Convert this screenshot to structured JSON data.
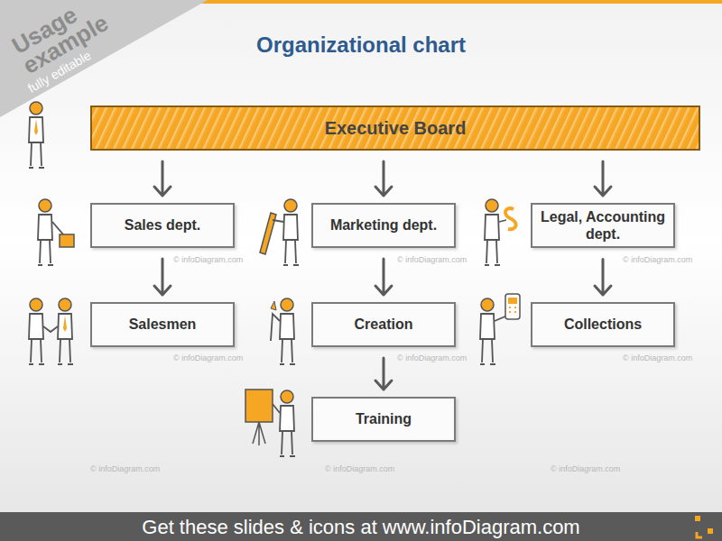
{
  "diagram": {
    "title": "Organizational chart",
    "nodes": [
      {
        "text": [
          "Executive  Board"
        ]
      },
      {
        "text": [
          "Sales dept."
        ]
      },
      {
        "text": [
          "Marketing dept."
        ]
      },
      {
        "text": [
          "Legal, Accounting dept."
        ]
      },
      {
        "text": [
          "Salesmen"
        ]
      },
      {
        "text": [
          "Creation"
        ]
      },
      {
        "text": [
          "Collections"
        ]
      },
      {
        "text": [
          "Training"
        ]
      }
    ],
    "edges": [
      {
        "from": 0,
        "to": 1,
        "arrow": "to"
      },
      {
        "from": 0,
        "to": 2,
        "arrow": "to"
      },
      {
        "from": 0,
        "to": 3,
        "arrow": "to"
      },
      {
        "from": 1,
        "to": 4,
        "arrow": "to"
      },
      {
        "from": 2,
        "to": 5,
        "arrow": "to"
      },
      {
        "from": 3,
        "to": 6,
        "arrow": "to"
      },
      {
        "from": 5,
        "to": 7,
        "arrow": "to"
      }
    ],
    "labels": [
      "Usage",
      "example",
      "fully editable",
      "© infoDiagram.com",
      "© infoDiagram.com",
      "© infoDiagram.com",
      "© infoDiagram.com",
      "© infoDiagram.com",
      "© infoDiagram.com",
      "© infoDiagram.com",
      "© infoDiagram.com",
      "© infoDiagram.com",
      "Get these slides & icons at www.infoDiagram.com"
    ]
  }
}
